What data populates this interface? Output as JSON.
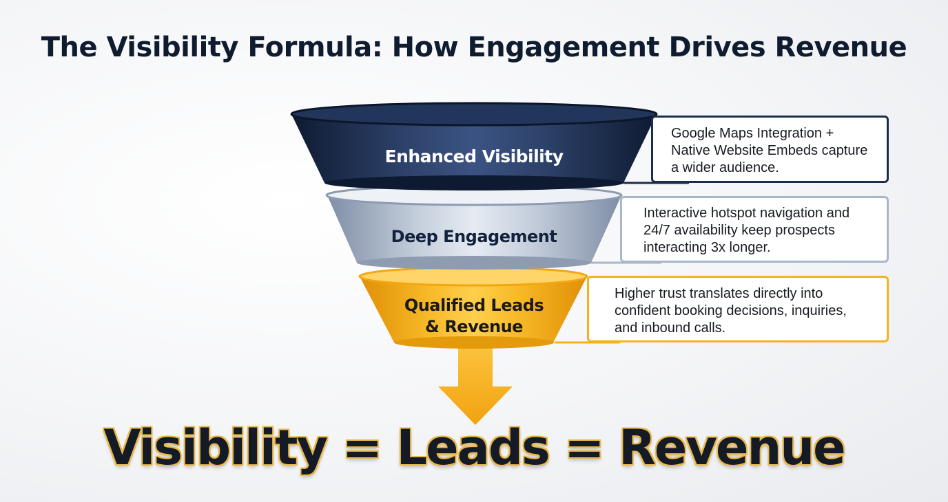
{
  "header": {
    "title": "The Visibility Formula: How Engagement Drives Revenue"
  },
  "funnel": {
    "tiers": [
      {
        "label_lines": [
          "Enhanced Visibility"
        ],
        "description_lines": [
          "Google Maps Integration +",
          "Native Website Embeds capture",
          "a wider audience."
        ],
        "color": "#1c2d4c"
      },
      {
        "label_lines": [
          "Deep Engagement"
        ],
        "description_lines": [
          "Interactive hotspot navigation and",
          "24/7 availability keep prospects",
          "interacting 3x longer."
        ],
        "color": "#a9b6c9"
      },
      {
        "label_lines": [
          "Qualified Leads",
          "& Revenue"
        ],
        "description_lines": [
          "Higher trust translates directly into",
          "confident booking decisions, inquiries,",
          "and inbound calls."
        ],
        "color": "#f5b21c"
      }
    ]
  },
  "footer": {
    "formula": "Visibility = Leads = Revenue"
  }
}
